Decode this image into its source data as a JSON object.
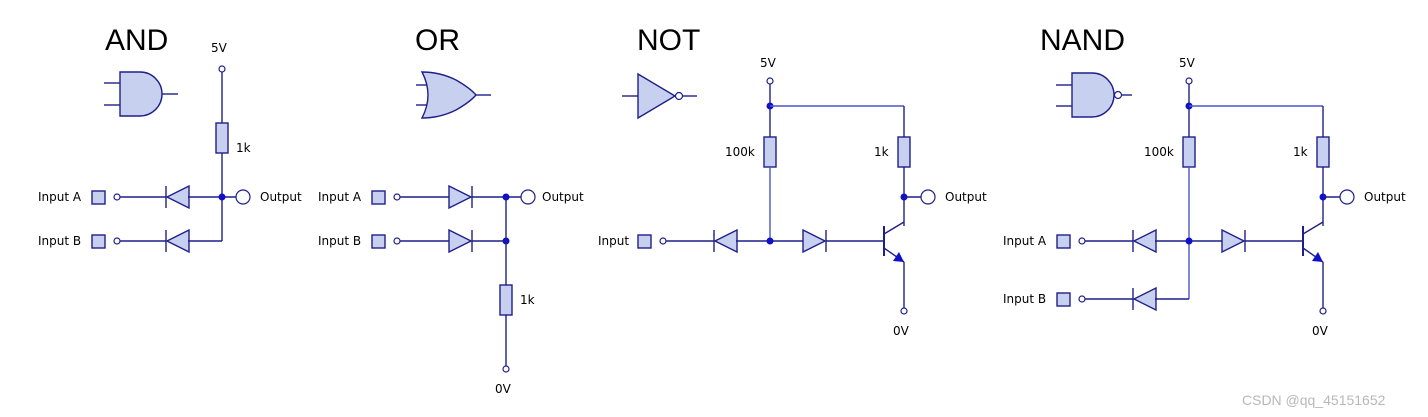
{
  "titles": {
    "and": "AND",
    "or": "OR",
    "not": "NOT",
    "nand": "NAND"
  },
  "labels": {
    "input_a": "Input A",
    "input_b": "Input B",
    "input": "Input",
    "output": "Output",
    "v5": "5V",
    "v0": "0V",
    "r1k": "1k",
    "r100k": "100k"
  },
  "watermark": "CSDN @qq_45151652",
  "colors": {
    "wire": "#1f1f8a",
    "component_fill": "#c8d0f0",
    "junction": "#1010c8"
  }
}
